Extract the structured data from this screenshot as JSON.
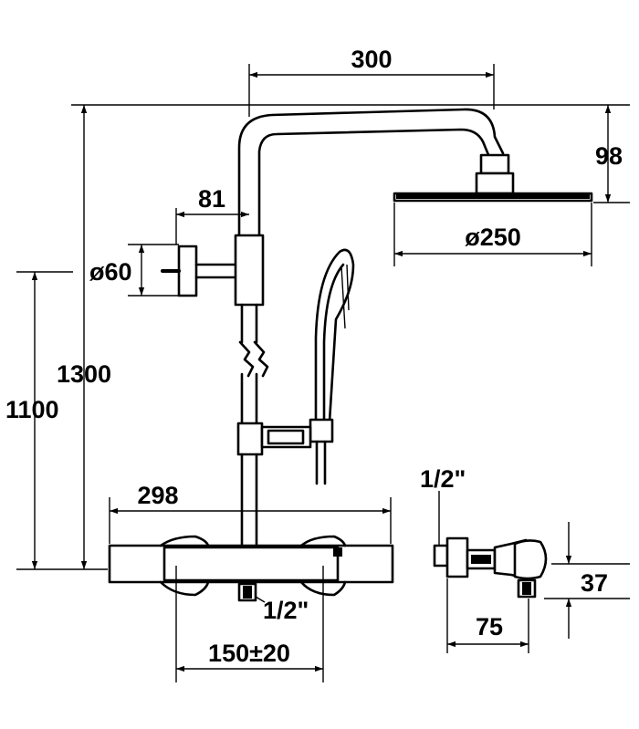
{
  "dimensions": {
    "arm_length": "300",
    "head_height": "98",
    "wall_offset": "81",
    "head_diameter": "ø250",
    "bracket_diameter": "ø60",
    "total_height": "1300",
    "mixer_height": "1100",
    "mixer_width": "298",
    "inlet_top": "1/2\"",
    "inlet_bottom": "1/2\"",
    "inlet_spacing": "150±20",
    "side_height": "37",
    "side_depth": "75"
  }
}
